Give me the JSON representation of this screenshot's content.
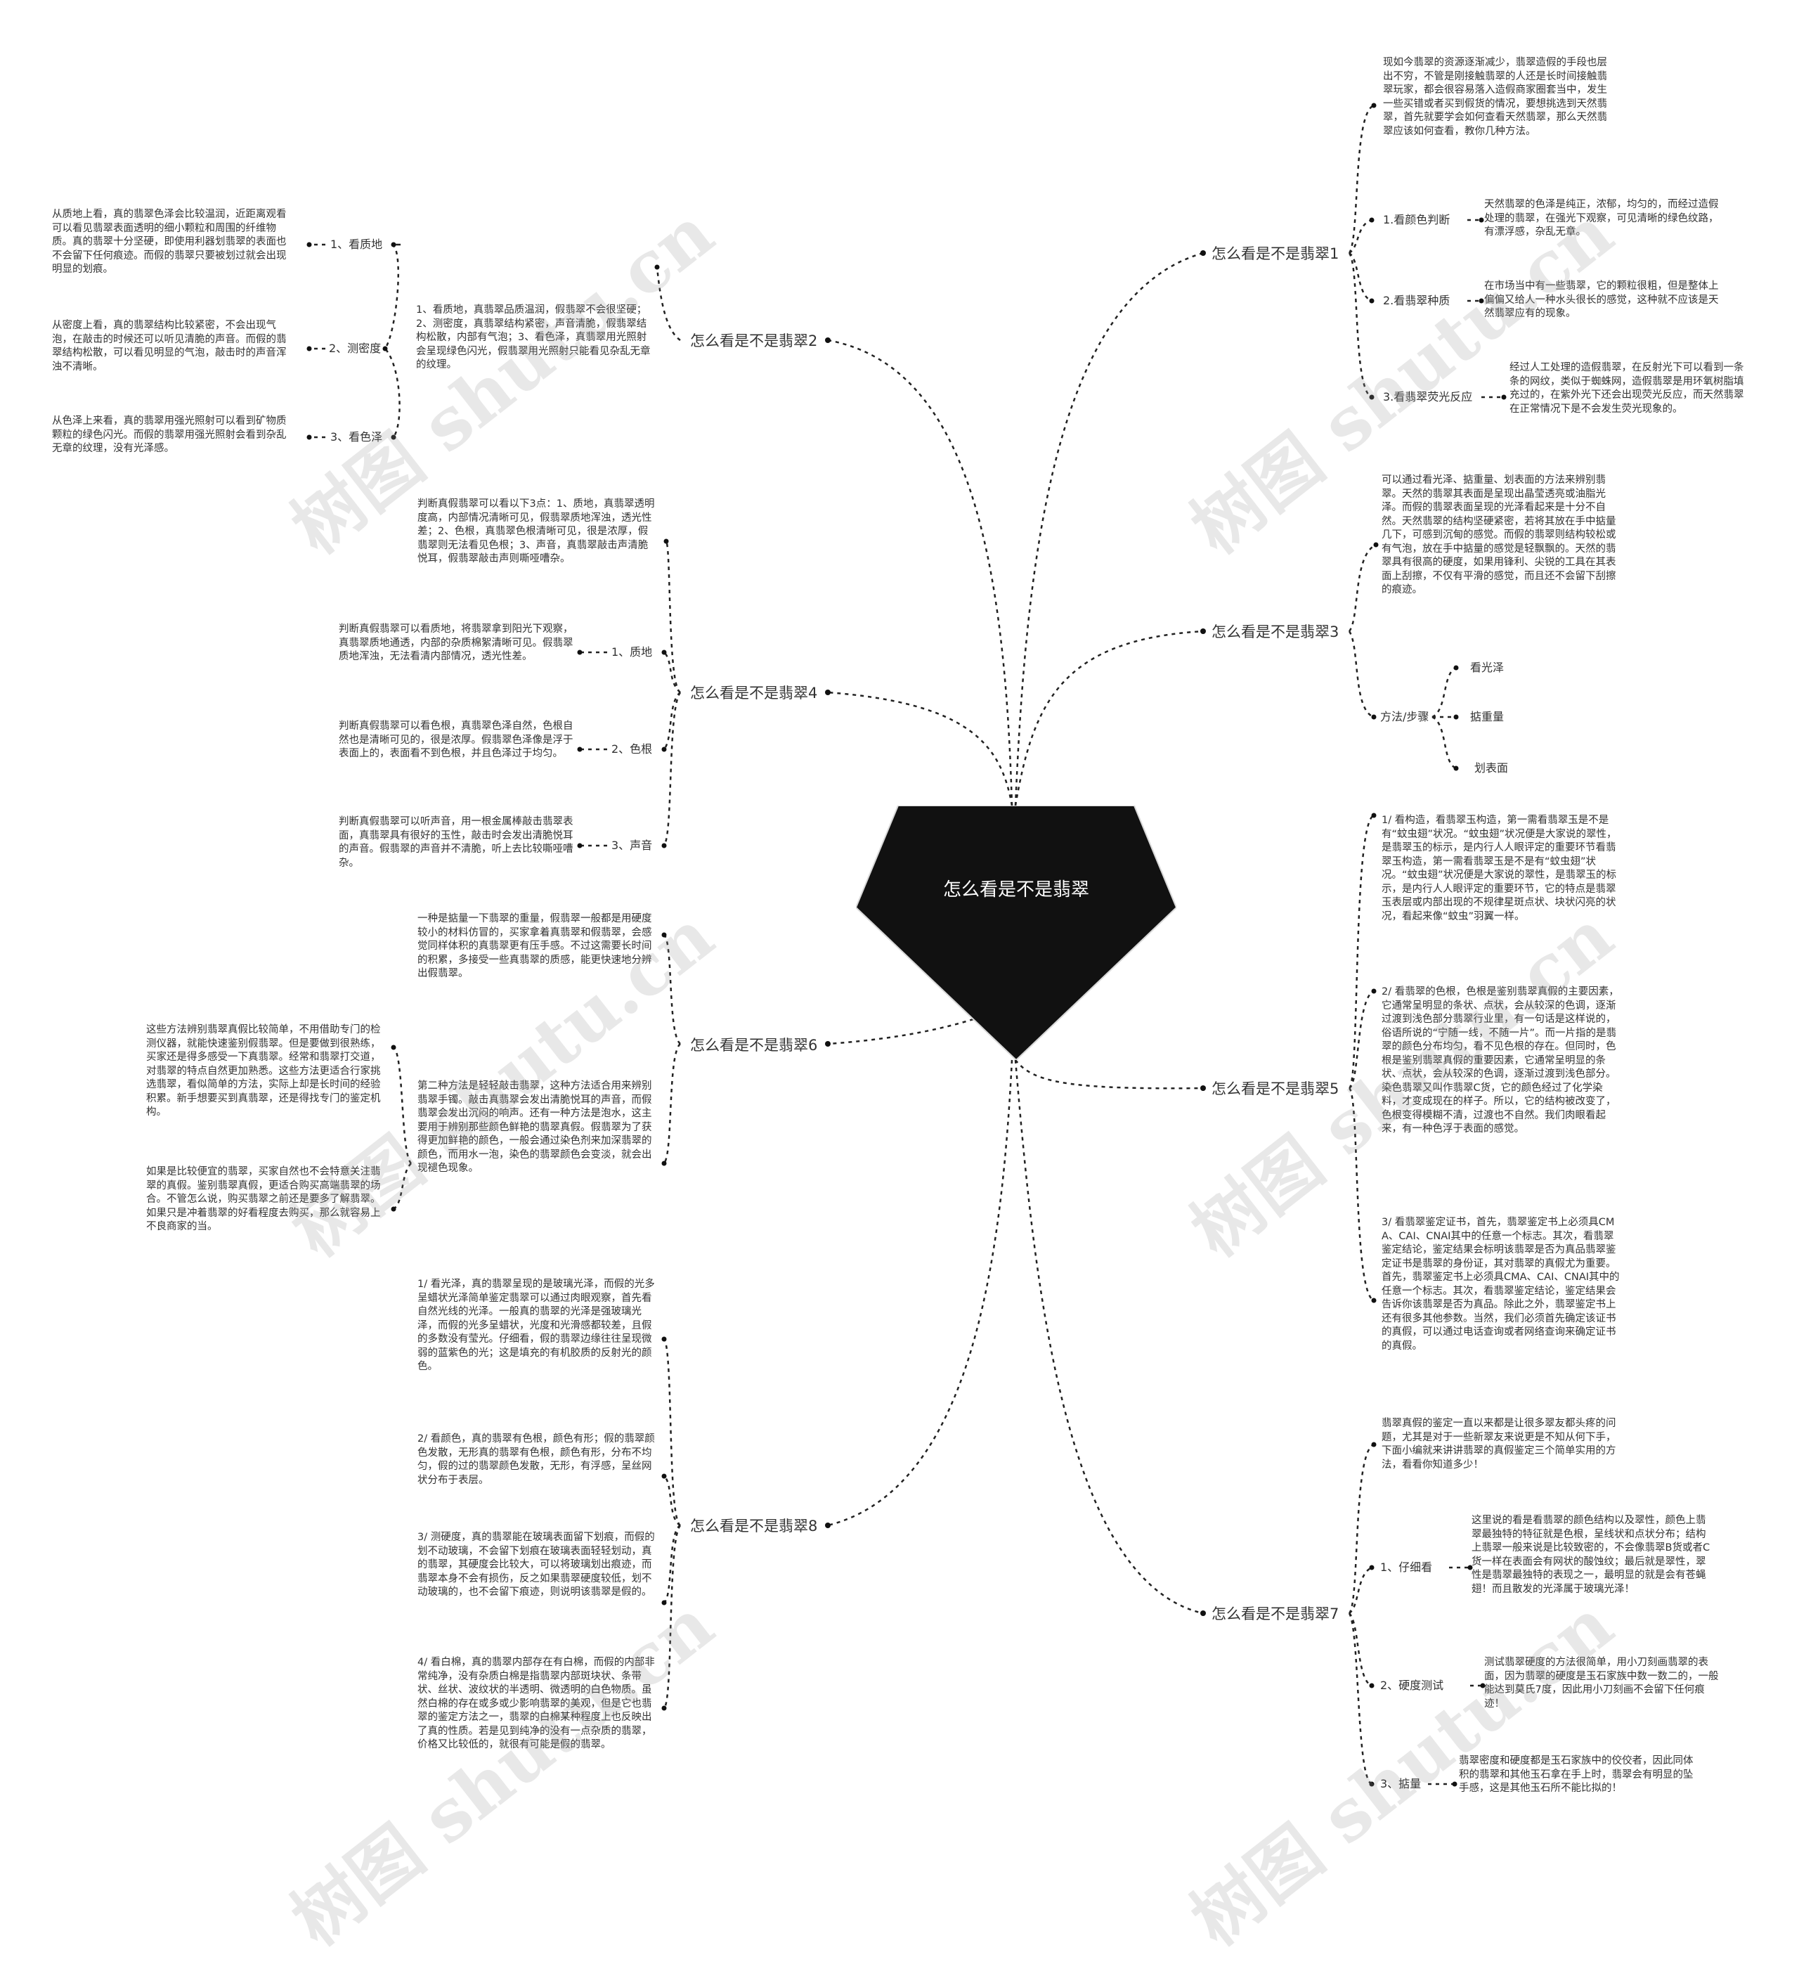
{
  "center": {
    "title": "怎么看是不是翡翠"
  },
  "watermark": "树图 shutu.cn",
  "branches": {
    "b1": {
      "title": "怎么看是不是翡翠1",
      "intro": "现如今翡翠的资源逐渐减少，翡翠造假的手段也层出不穷，不管是刚接触翡翠的人还是长时间接触翡翠玩家，都会很容易落入造假商家圈套当中，发生一些买错或者买到假货的情况，要想挑选到天然翡翠，首先就要学会如何查看天然翡翠，那么天然翡翠应该如何查看，教你几种方法。",
      "items": [
        {
          "label": "1.看颜色判断",
          "text": "天然翡翠的色泽是纯正，浓郁，均匀的，而经过造假处理的翡翠，在强光下观察，可见清晰的绿色纹路，有漂浮感，杂乱无章。"
        },
        {
          "label": "2.看翡翠种质",
          "text": "在市场当中有一些翡翠，它的颗粒很粗，但是整体上偏偏又给人一种水头很长的感觉，这种就不应该是天然翡翠应有的现象。"
        },
        {
          "label": "3.看翡翠荧光反应",
          "text": "经过人工处理的造假翡翠，在反射光下可以看到一条条的网纹，类似于蜘蛛网，造假翡翠是用环氧树脂填充过的，在紫外光下还会出现荧光反应，而天然翡翠在正常情况下是不会发生荧光现象的。"
        }
      ]
    },
    "b2": {
      "title": "怎么看是不是翡翠2",
      "summary": "1、看质地，真翡翠品质温润，假翡翠不会很坚硬；2、测密度，真翡翠结构紧密，声音清脆，假翡翠结构松散，内部有气泡；3、看色泽，真翡翠用光照射会呈现绿色闪光，假翡翠用光照射只能看见杂乱无章的纹理。",
      "items": [
        {
          "label": "1、看质地",
          "text": "从质地上看，真的翡翠色泽会比较温润，近距离观看可以看见翡翠表面透明的细小颗粒和周围的纤维物质。真的翡翠十分坚硬，即使用利器划翡翠的表面也不会留下任何痕迹。而假的翡翠只要被划过就会出现明显的划痕。"
        },
        {
          "label": "2、测密度",
          "text": "从密度上看，真的翡翠结构比较紧密，不会出现气泡，在敲击的时候还可以听见清脆的声音。而假的翡翠结构松散，可以看见明显的气泡，敲击时的声音浑浊不清晰。"
        },
        {
          "label": "3、看色泽",
          "text": "从色泽上来看，真的翡翠用强光照射可以看到矿物质颗粒的绿色闪光。而假的翡翠用强光照射会看到杂乱无章的纹理，没有光泽感。"
        }
      ]
    },
    "b3": {
      "title": "怎么看是不是翡翠3",
      "intro": "可以通过看光泽、掂重量、划表面的方法来辨别翡翠。天然的翡翠其表面是呈现出晶莹透亮或油脂光泽。而假的翡翠表面呈现的光泽看起来是十分不自然。天然翡翠的结构坚硬紧密，若将其放在手中掂量几下，可感到沉甸的感觉。而假的翡翠则结构较松或有气泡，放在手中掂量的感觉是轻飘飘的。天然的翡翠具有很高的硬度，如果用锋利、尖锐的工具在其表面上刮擦，不仅有平滑的感觉，而且还不会留下刮擦的痕迹。",
      "method_label": "方法/步骤",
      "steps": [
        "看光泽",
        "掂重量",
        "划表面"
      ]
    },
    "b4": {
      "title": "怎么看是不是翡翠4",
      "summary": "判断真假翡翠可以看以下3点：1、质地，真翡翠透明度高，内部情况清晰可见，假翡翠质地浑浊，透光性差；2、色根，真翡翠色根清晰可见，很是浓厚，假翡翠则无法看见色根；3、声音，真翡翠敲击声清脆悦耳，假翡翠敲击声则嘶哑嘈杂。",
      "items": [
        {
          "label": "1、质地",
          "text": "判断真假翡翠可以看质地，将翡翠拿到阳光下观察，真翡翠质地通透，内部的杂质棉絮清晰可见。假翡翠质地浑浊，无法看清内部情况，透光性差。"
        },
        {
          "label": "2、色根",
          "text": "判断真假翡翠可以看色根，真翡翠色泽自然，色根自然也是清晰可见的，很是浓厚。假翡翠色泽像是浮于表面上的，表面看不到色根，并且色泽过于均匀。"
        },
        {
          "label": "3、声音",
          "text": "判断真假翡翠可以听声音，用一根金属棒敲击翡翠表面，真翡翠具有很好的玉性，敲击时会发出清脆悦耳的声音。假翡翠的声音并不清脆，听上去比较嘶哑嘈杂。"
        }
      ]
    },
    "b5": {
      "title": "怎么看是不是翡翠5",
      "paras": [
        "1/ 看构造，看翡翠玉构造，第一需看翡翠玉是不是有“蚊虫翅”状况。“蚊虫翅”状况便是大家说的翠性，是翡翠玉的标示，是内行人人眼评定的重要环节看翡翠玉构造，第一需看翡翠玉是不是有“蚊虫翅”状况。“蚊虫翅”状况便是大家说的翠性，是翡翠玉的标示，是内行人人眼评定的重要环节，它的特点是翡翠玉表层或内部出现的不规律星斑点状、块状闪亮的状况，看起来像“蚊虫”羽翼一样。",
        "2/ 看翡翠的色根，色根是鉴别翡翠真假的主要因素，它通常呈明显的条状、点状，会从较深的色调，逐渐过渡到浅色部分翡翠行业里，有一句话是这样说的，俗语所说的“宁随一线，不随一片”。而一片指的是翡翠的颜色分布均匀，看不见色根的存在。但同时，色根是鉴别翡翠真假的重要因素，它通常呈明显的条状、点状，会从较深的色调，逐渐过渡到浅色部分。染色翡翠又叫作翡翠C货，它的颜色经过了化学染料，才变成现在的样子。所以，它的结构被改变了，色根变得模糊不清，过渡也不自然。我们肉眼看起来，有一种色浮于表面的感觉。",
        "3/ 看翡翠鉴定证书，首先，翡翠鉴定书上必须具CMA、CAI、CNAI其中的任意一个标志。其次，看翡翠鉴定结论，鉴定结果会标明该翡翠是否为真品翡翠鉴定证书是翡翠的身份证，其对翡翠的真假尤为重要。首先，翡翠鉴定书上必须具CMA、CAI、CNAI其中的任意一个标志。其次，看翡翠鉴定结论，鉴定结果会告诉你该翡翠是否为真品。除此之外，翡翠鉴定书上还有很多其他参数。当然，我们必须首先确定该证书的真假，可以通过电话查询或者网络查询来确定证书的真假。"
      ]
    },
    "b6": {
      "title": "怎么看是不是翡翠6",
      "paras_right": [
        "一种是掂量一下翡翠的重量，假翡翠一般都是用硬度较小的材料仿冒的，买家拿着真翡翠和假翡翠，会感觉同样体积的真翡翠更有压手感。不过这需要长时间的积累，多接受一些真翡翠的质感，能更快速地分辨出假翡翠。",
        "第二种方法是轻轻敲击翡翠，这种方法适合用来辨别翡翠手镯。敲击真翡翠会发出清脆悦耳的声音，而假翡翠会发出沉闷的响声。还有一种方法是泡水，这主要用于辨别那些颜色鲜艳的翡翠真假。假翡翠为了获得更加鲜艳的颜色，一般会通过染色剂来加深翡翠的颜色，而用水一泡，染色的翡翠颜色会变淡，就会出现褪色现象。"
      ],
      "paras_left": [
        "这些方法辨别翡翠真假比较简单，不用借助专门的检测仪器，就能快速鉴别假翡翠。但是要做到很熟练，买家还是得多感受一下真翡翠。经常和翡翠打交道，对翡翠的特点自然更加熟悉。这些方法更适合行家挑选翡翠，看似简单的方法，实际上却是长时间的经验积累。新手想要买到真翡翠，还是得找专门的鉴定机构。",
        "如果是比较便宜的翡翠，买家自然也不会特意关注翡翠的真假。鉴别翡翠真假，更适合购买高端翡翠的场合。不管怎么说，购买翡翠之前还是要多了解翡翠。如果只是冲着翡翠的好看程度去购买，那么就容易上不良商家的当。"
      ]
    },
    "b7": {
      "title": "怎么看是不是翡翠7",
      "intro": "翡翠真假的鉴定一直以来都是让很多翠友都头疼的问题，尤其是对于一些新翠友来说更是不知从何下手，下面小编就来讲讲翡翠的真假鉴定三个简单实用的方法，看看你知道多少！",
      "items": [
        {
          "label": "1、仔细看",
          "text": "这里说的看是看翡翠的颜色结构以及翠性，颜色上翡翠最独特的特征就是色根，呈线状和点状分布；结构上翡翠一般来说是比较致密的，不会像翡翠B货或者C货一样在表面会有网状的酸蚀纹；最后就是翠性，翠性是翡翠最独特的表现之一，最明显的就是会有苍蝇翅！而且散发的光泽属于玻璃光泽！"
        },
        {
          "label": "2、硬度测试",
          "text": "测试翡翠硬度的方法很简单，用小刀刻画翡翠的表面，因为翡翠的硬度是玉石家族中数一数二的，一般能达到莫氏7度，因此用小刀刻画不会留下任何痕迹！"
        },
        {
          "label": "3、掂量",
          "text": "翡翠密度和硬度都是玉石家族中的佼佼者，因此同体积的翡翠和其他玉石拿在手上时，翡翠会有明显的坠手感，这是其他玉石所不能比拟的！"
        }
      ]
    },
    "b8": {
      "title": "怎么看是不是翡翠8",
      "paras": [
        "1/ 看光泽，真的翡翠呈现的是玻璃光泽，而假的光多呈蜡状光泽简单鉴定翡翠可以通过肉眼观察，首先看自然光线的光泽。一般真的翡翠的光泽是强玻璃光泽，而假的光多呈蜡状，光度和光滑感都较差，且假的多数没有莹光。仔细看，假的翡翠边缘往往呈现微弱的蓝紫色的光；这是填充的有机胶质的反射光的颜色。",
        "2/ 看颜色，真的翡翠有色根，颜色有形；假的翡翠颜色发散，无形真的翡翠有色根，颜色有形，分布不均匀，假的过的翡翠颜色发散，无形，有浮感，呈丝网状分布于表层。",
        "3/ 测硬度，真的翡翠能在玻璃表面留下划痕，而假的划不动玻璃，不会留下划痕在玻璃表面轻轻划动，真的翡翠，其硬度会比较大，可以将玻璃划出痕迹，而翡翠本身不会有损伤，反之如果翡翠硬度较低，划不动玻璃的，也不会留下痕迹，则说明该翡翠是假的。",
        "4/ 看白棉，真的翡翠内部存在有白棉，而假的内部非常纯净，没有杂质白棉是指翡翠内部斑块状、条带状、丝状、波纹状的半透明、微透明的白色物质。虽然白棉的存在或多或少影响翡翠的美观，但是它也翡翠的鉴定方法之一，翡翠的白棉某种程度上也反映出了真的性质。若是见到纯净的没有一点杂质的翡翠，价格又比较低的，就很有可能是假的翡翠。"
      ]
    }
  }
}
